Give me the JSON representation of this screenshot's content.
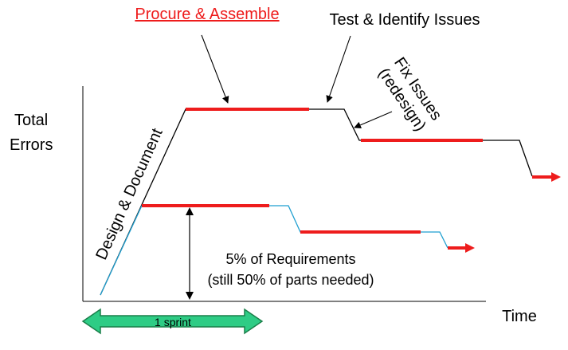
{
  "labels": {
    "procure": "Procure & Assemble",
    "test": "Test & Identify Issues",
    "fix_line1": "Fix Issues",
    "fix_line2": "(redesign)",
    "ylabel_line1": "Total",
    "ylabel_line2": "Errors",
    "design": "Design & Document",
    "req_line1": "5% of Requirements",
    "req_line2": "(still 50% of parts needed)",
    "xlabel": "Time",
    "sprint": "1 sprint"
  },
  "colors": {
    "accent_red": "#ee1c1c",
    "series_black": "#000000",
    "series_blue": "#1f9fd0",
    "sprint_fill": "#2ecc85",
    "sprint_stroke": "#1a7f4a"
  },
  "icons": [
    "arrow-head-icon",
    "double-arrow-icon"
  ]
}
